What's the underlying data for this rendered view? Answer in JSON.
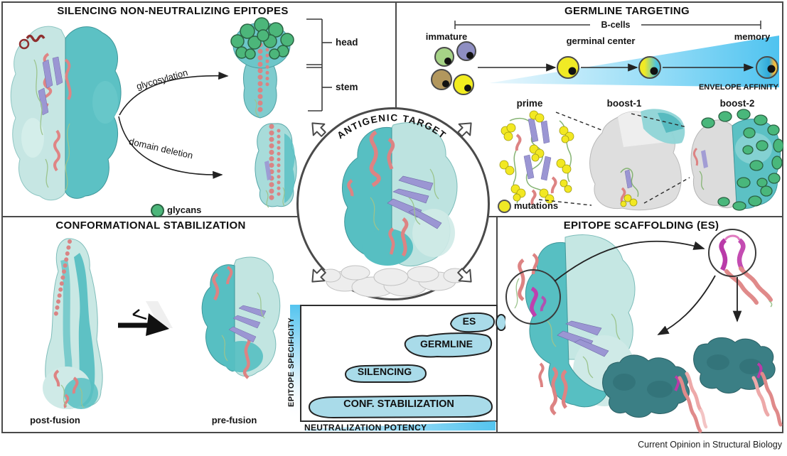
{
  "figure": {
    "caption": "Current Opinion in Structural Biology"
  },
  "center": {
    "label": "ANTIGENIC TARGET"
  },
  "silencing": {
    "title": "SILENCING NON-NEUTRALIZING EPITOPES",
    "glycosylation_label": "glycosylation",
    "domain_deletion_label": "domain deletion",
    "head_label": "head",
    "stem_label": "stem",
    "glycans_legend": "glycans",
    "glycan_color": "#4cb67a"
  },
  "germline": {
    "title": "GERMLINE TARGETING",
    "bcells_label": "B-cells",
    "stages": [
      "immature",
      "germinal center",
      "memory"
    ],
    "affinity_label": "ENVELOPE AFFINITY",
    "immunogens": [
      "prime",
      "boost-1",
      "boost-2"
    ],
    "mutations_legend": "mutations",
    "mutation_color": "#f0e925",
    "immature_cell_colors": [
      "#a6d387",
      "#8e8ec2",
      "#b2975d",
      "#f2ed1f"
    ],
    "affinity_gradient_color": "#4fc3f0"
  },
  "conformational": {
    "title": "CONFORMATIONAL STABILIZATION",
    "state_left": "post-fusion",
    "state_right": "pre-fusion"
  },
  "scaffolding": {
    "title": "EPITOPE SCAFFOLDING (ES)"
  },
  "chart_data": {
    "type": "area",
    "title": "",
    "xlabel": "NEUTRALIZATION POTENCY",
    "ylabel": "EPITOPE SPECIFICITY",
    "axes_quantitative": false,
    "axis_gradient_color": "#54c4ef",
    "region_fill_color": "#a9dbe9",
    "regions": [
      {
        "label": "ES",
        "x_range": [
          0.78,
          1.02
        ],
        "y_range": [
          0.79,
          0.95
        ]
      },
      {
        "label": "GERMLINE",
        "x_range": [
          0.52,
          0.98
        ],
        "y_range": [
          0.55,
          0.77
        ]
      },
      {
        "label": "SILENCING",
        "x_range": [
          0.22,
          0.64
        ],
        "y_range": [
          0.33,
          0.48
        ]
      },
      {
        "label": "CONF. STABILIZATION",
        "x_range": [
          0.04,
          0.98
        ],
        "y_range": [
          0.03,
          0.22
        ]
      }
    ]
  }
}
